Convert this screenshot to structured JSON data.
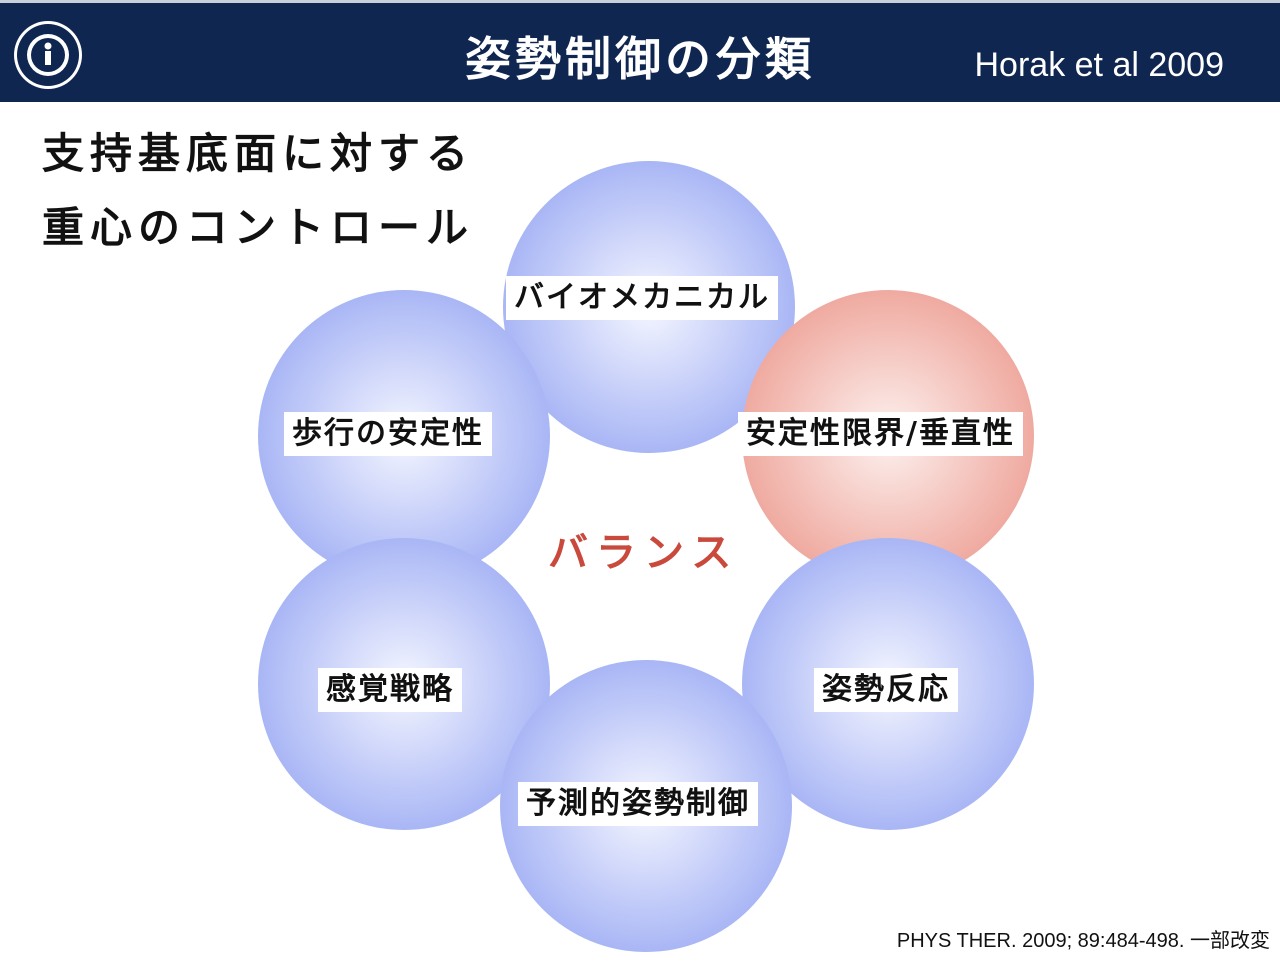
{
  "header": {
    "title": "姿勢制御の分類",
    "reference": "Horak et al 2009"
  },
  "subtitle": {
    "line1": "支持基底面に対する",
    "line2": "重心のコントロール"
  },
  "diagram": {
    "center": "バランス",
    "circles": [
      {
        "label": "バイオメカニカル"
      },
      {
        "label": "安定性限界/垂直性"
      },
      {
        "label": "姿勢反応"
      },
      {
        "label": "予測的姿勢制御"
      },
      {
        "label": "感覚戦略"
      },
      {
        "label": "歩行の安定性"
      }
    ]
  },
  "footer": {
    "citation": "PHYS THER. 2009; 89:484-498. 一部改変"
  },
  "colors": {
    "header_bg": "#0f2650",
    "circle_blue": "#a9b6f5",
    "circle_red": "#efaaa0",
    "center_text": "#c94a3c"
  }
}
